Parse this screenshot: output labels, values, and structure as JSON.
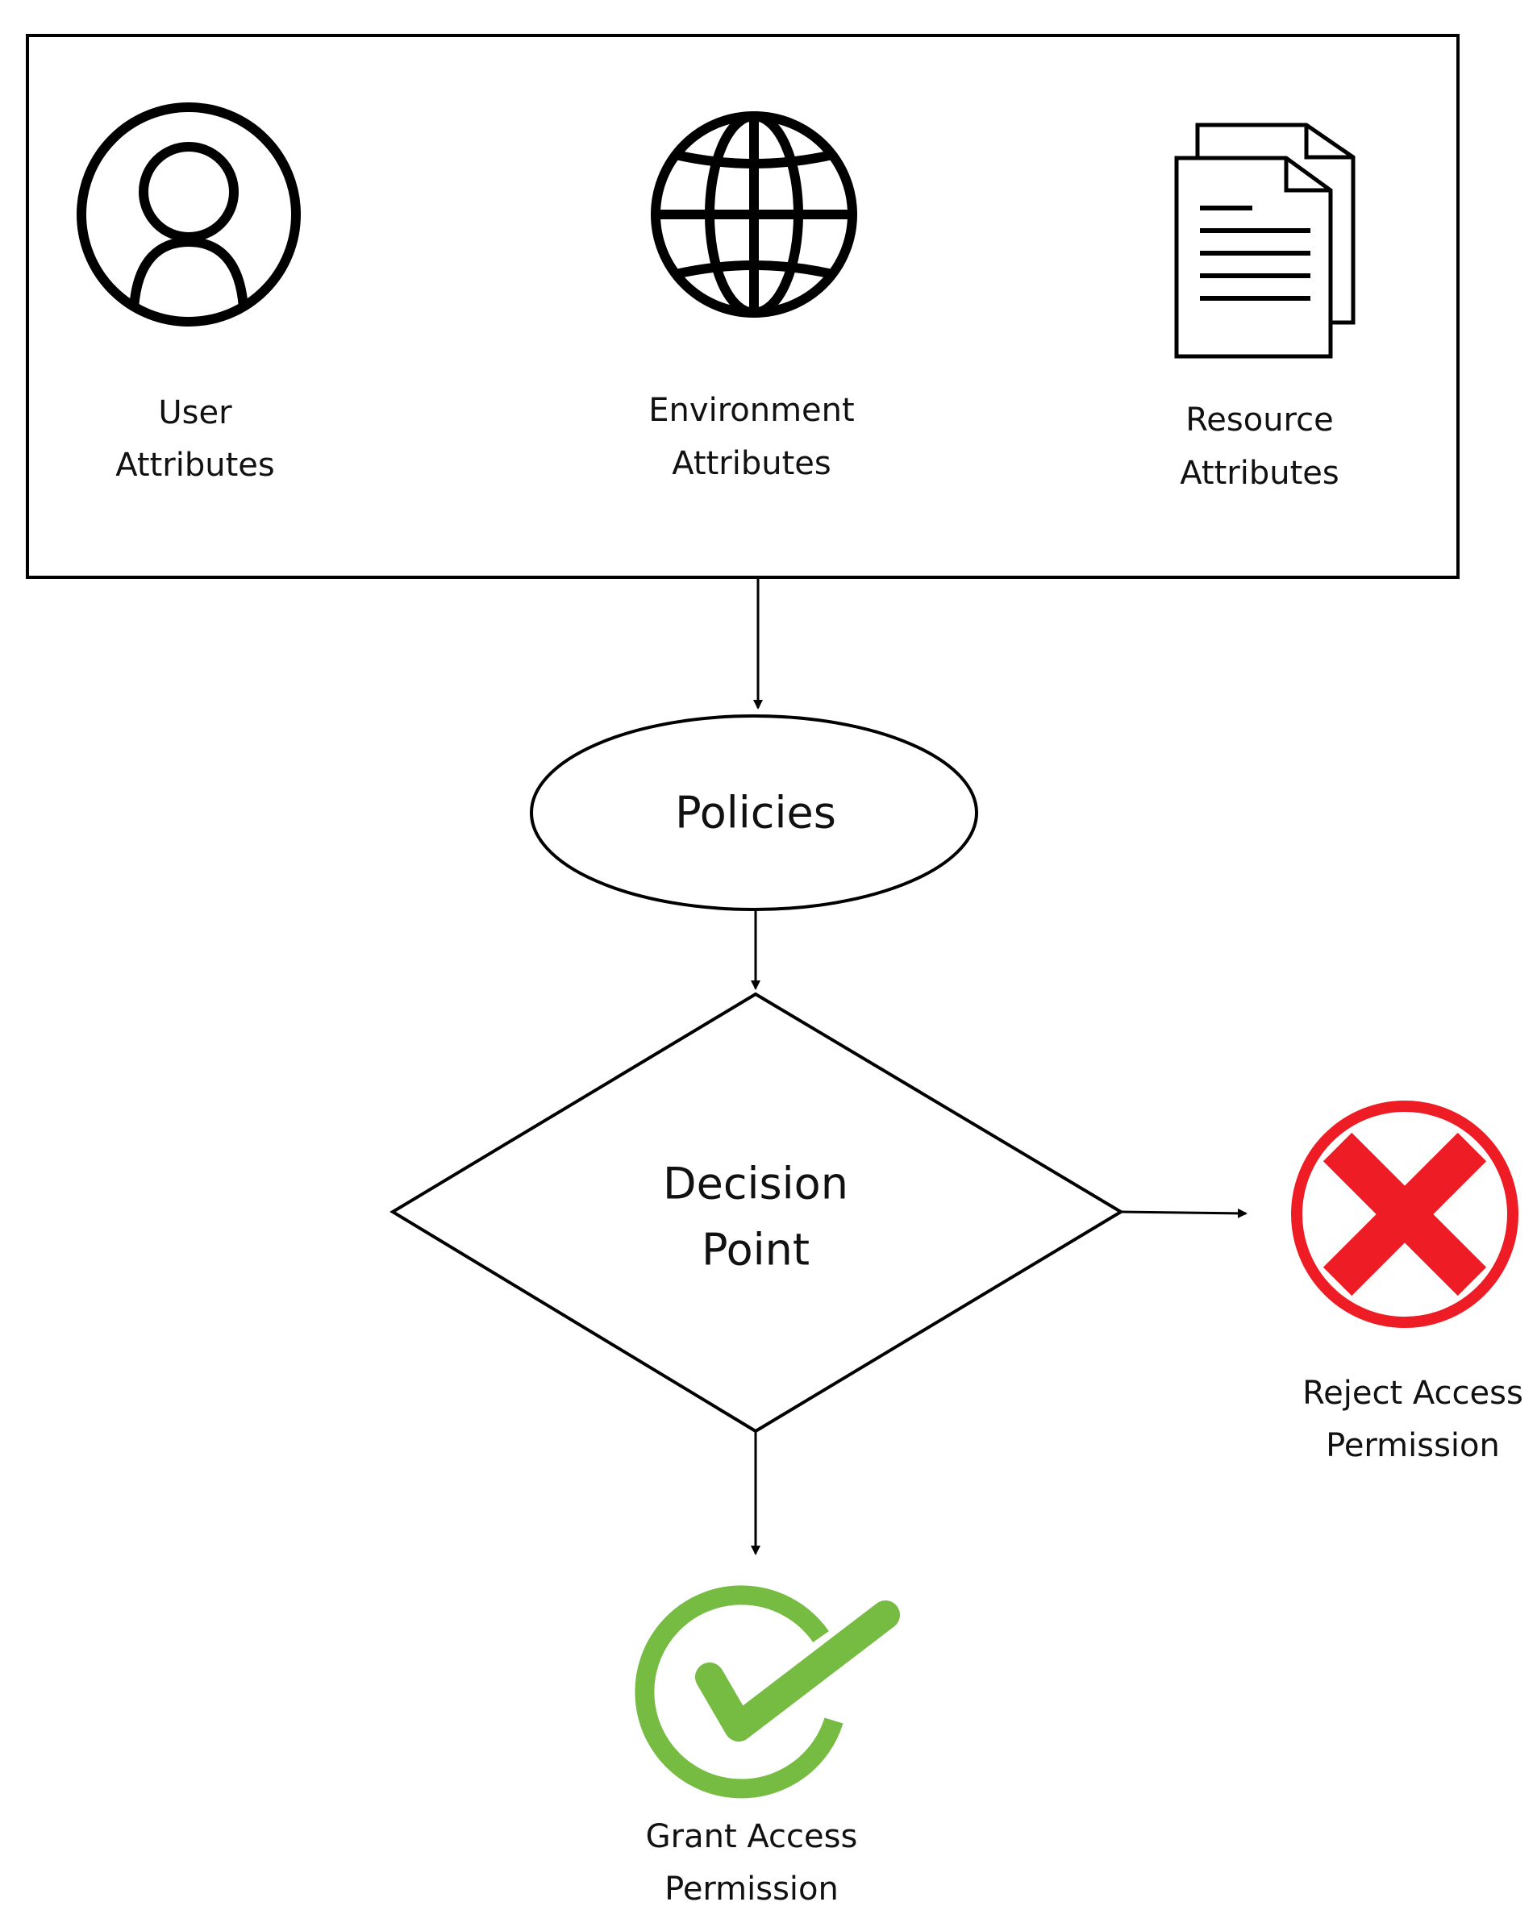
{
  "attributes": {
    "user": {
      "line1": "User",
      "line2": "Attributes",
      "icon": "user-icon"
    },
    "environment": {
      "line1": "Environment",
      "line2": "Attributes",
      "icon": "globe-icon"
    },
    "resource": {
      "line1": "Resource",
      "line2": "Attributes",
      "icon": "documents-icon"
    }
  },
  "policies": {
    "label": "Policies"
  },
  "decision": {
    "line1": "Decision",
    "line2": "Point"
  },
  "reject": {
    "line1": "Reject Access",
    "line2": "Permission",
    "icon": "reject-x-icon"
  },
  "grant": {
    "line1": "Grant Access",
    "line2": "Permission",
    "icon": "grant-check-icon"
  },
  "colors": {
    "stroke": "#000000",
    "reject": "#ee1c24",
    "grant": "#76bc43"
  }
}
